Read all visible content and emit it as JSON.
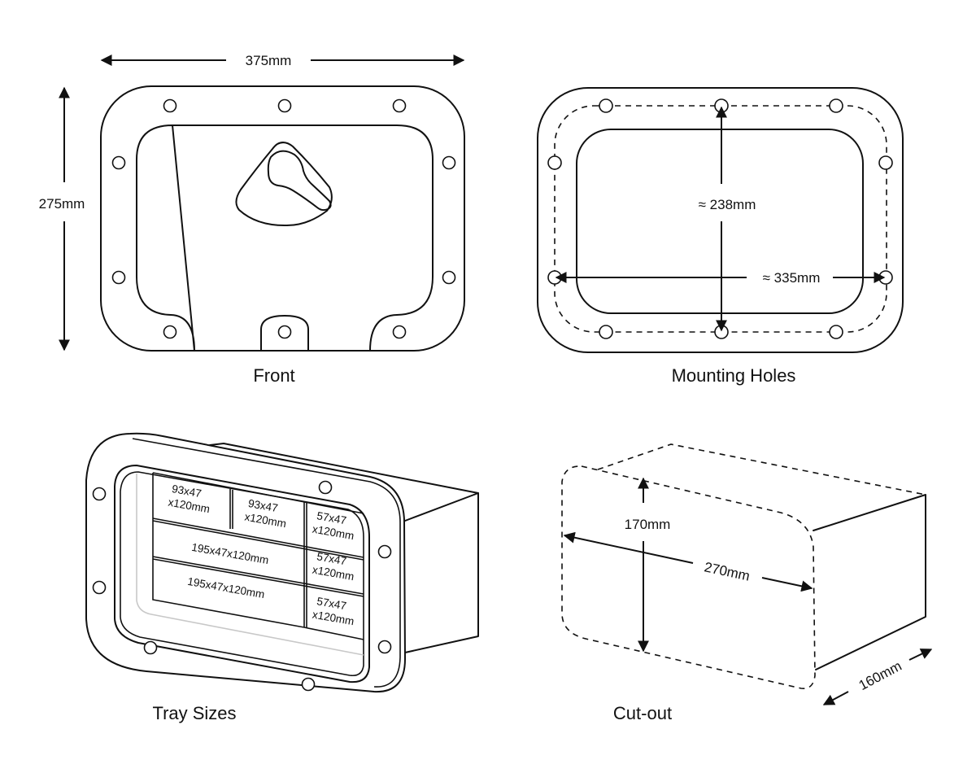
{
  "colors": {
    "stroke": "#111111",
    "background": "#ffffff",
    "faint_line": "#c8c8c8"
  },
  "panels": {
    "front": {
      "caption": "Front",
      "width_label": "375mm",
      "height_label": "275mm"
    },
    "mounting_holes": {
      "caption": "Mounting Holes",
      "vertical_spacing_label": "≈ 238mm",
      "horizontal_spacing_label": "≈ 335mm"
    },
    "tray_sizes": {
      "caption": "Tray Sizes",
      "compartments": [
        {
          "line1": "93x47",
          "line2": "x120mm"
        },
        {
          "line1": "93x47",
          "line2": "x120mm"
        },
        {
          "line1": "57x47",
          "line2": "x120mm"
        },
        {
          "line1": "195x47x120mm",
          "line2": ""
        },
        {
          "line1": "57x47",
          "line2": "x120mm"
        },
        {
          "line1": "195x47x120mm",
          "line2": ""
        },
        {
          "line1": "57x47",
          "line2": "x120mm"
        }
      ]
    },
    "cut_out": {
      "caption": "Cut-out",
      "height_label": "170mm",
      "width_label": "270mm",
      "depth_label": "160mm"
    }
  }
}
